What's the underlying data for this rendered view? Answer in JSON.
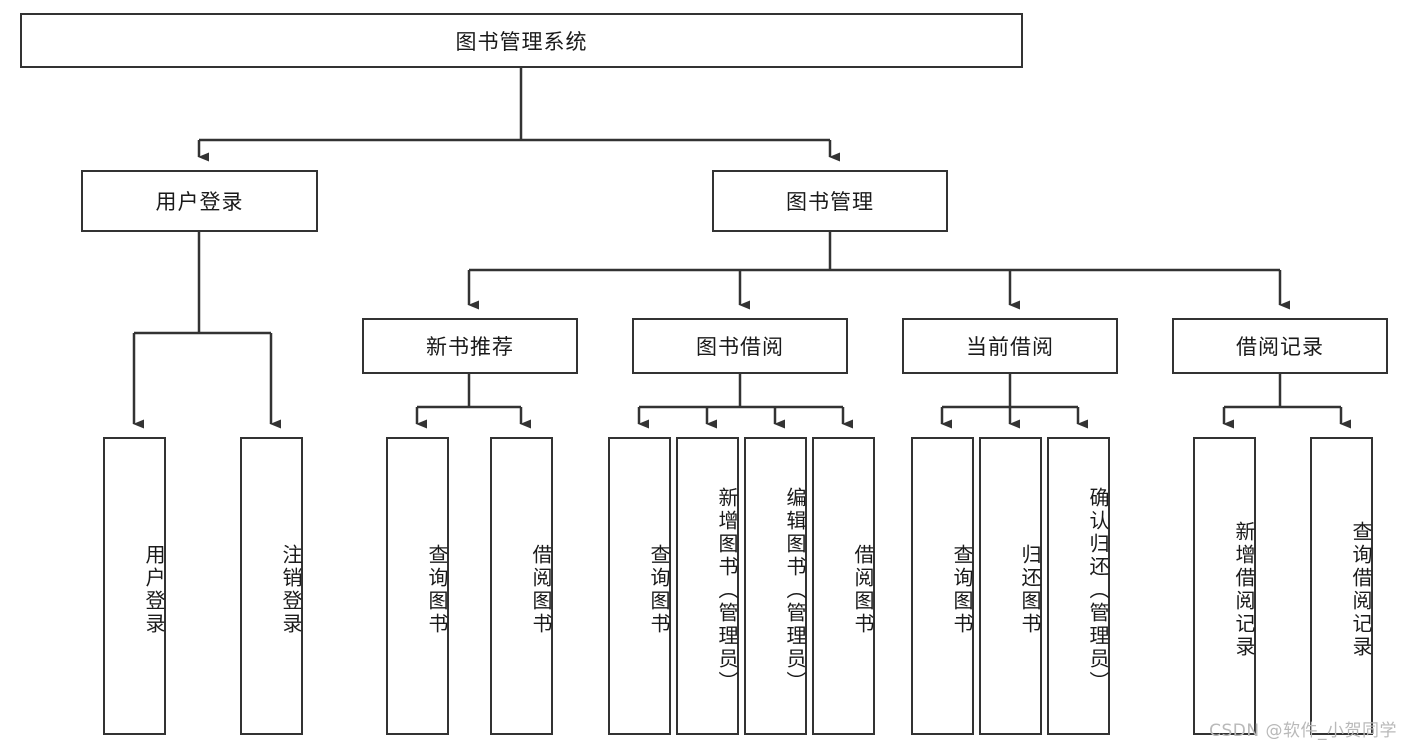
{
  "diagram": {
    "type": "tree",
    "title": "图书管理系统",
    "watermark": "CSDN @软件_小贺同学",
    "root": {
      "label": "图书管理系统"
    },
    "level2": [
      {
        "label": "用户登录"
      },
      {
        "label": "图书管理"
      }
    ],
    "level3": [
      {
        "label": "新书推荐"
      },
      {
        "label": "图书借阅"
      },
      {
        "label": "当前借阅"
      },
      {
        "label": "借阅记录"
      }
    ],
    "leaves": {
      "user_login": [
        {
          "label": "用户登录"
        },
        {
          "label": "注销登录"
        }
      ],
      "new_book": [
        {
          "label": "查询图书"
        },
        {
          "label": "借阅图书"
        }
      ],
      "borrow_book": [
        {
          "label": "查询图书"
        },
        {
          "label": "新增图书（管理员）"
        },
        {
          "label": "编辑图书（管理员）"
        },
        {
          "label": "借阅图书"
        }
      ],
      "current_borrow": [
        {
          "label": "查询图书"
        },
        {
          "label": "归还图书"
        },
        {
          "label": "确认归还（管理员）"
        }
      ],
      "borrow_record": [
        {
          "label": "新增借阅记录"
        },
        {
          "label": "查询借阅记录"
        }
      ]
    },
    "colors": {
      "stroke": "#333333",
      "fill": "#ffffff",
      "text": "#1a1a1a",
      "watermark": "#b9b9b9"
    }
  }
}
